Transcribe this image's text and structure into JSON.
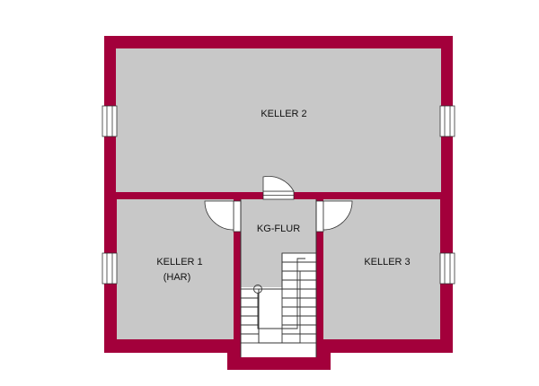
{
  "colors": {
    "wall": "#a3003b",
    "room_fill": "#c8c8c8",
    "line": "#222222",
    "background": "#ffffff"
  },
  "rooms": {
    "keller_2": {
      "label": "KELLER 2"
    },
    "keller_1": {
      "label_line1": "KELLER 1",
      "label_line2": "(HAR)"
    },
    "keller_3": {
      "label": "KELLER 3"
    },
    "kg_flur": {
      "label": "KG-FLUR"
    }
  }
}
